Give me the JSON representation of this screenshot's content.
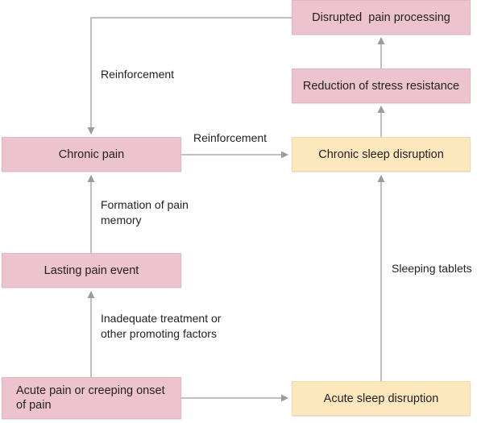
{
  "colors": {
    "pain_box": "#ecc3cf",
    "sleep_box": "#fde8be",
    "line": "#9b9b9b",
    "text": "#231f20"
  },
  "boxes": {
    "disrupted_pain_processing": "Disrupted  pain processing",
    "reduction_stress_resistance": "Reduction of stress resistance",
    "chronic_pain": "Chronic pain",
    "chronic_sleep_disruption": "Chronic sleep disruption",
    "lasting_pain_event": "Lasting pain event",
    "acute_pain": "Acute pain or creeping onset of pain",
    "acute_sleep_disruption": "Acute sleep disruption"
  },
  "labels": {
    "reinforcement_top": "Reinforcement",
    "reinforcement_middle": "Reinforcement",
    "formation_pain_memory": "Formation of pain memory",
    "inadequate_treatment": "Inadequate treatment or other promoting factors",
    "sleeping_tablets": "Sleeping tablets"
  }
}
